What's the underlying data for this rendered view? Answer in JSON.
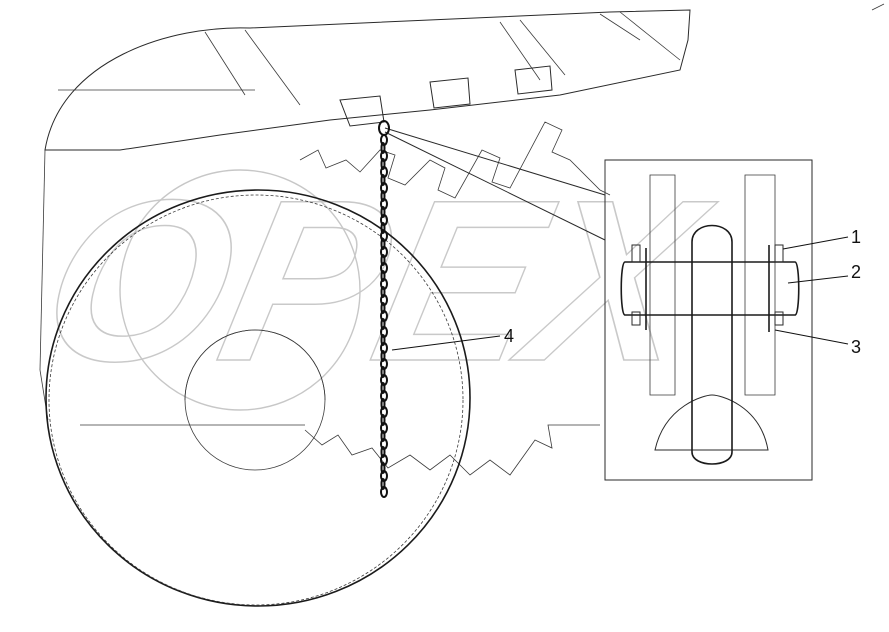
{
  "diagram": {
    "callouts": [
      {
        "id": "1",
        "label": "1"
      },
      {
        "id": "2",
        "label": "2"
      },
      {
        "id": "3",
        "label": "3"
      },
      {
        "id": "4",
        "label": "4"
      }
    ],
    "watermark_text": "OPEX",
    "colors": {
      "line": "#2a2a2a",
      "watermark": "#c7c7c7",
      "background": "#ffffff"
    }
  }
}
